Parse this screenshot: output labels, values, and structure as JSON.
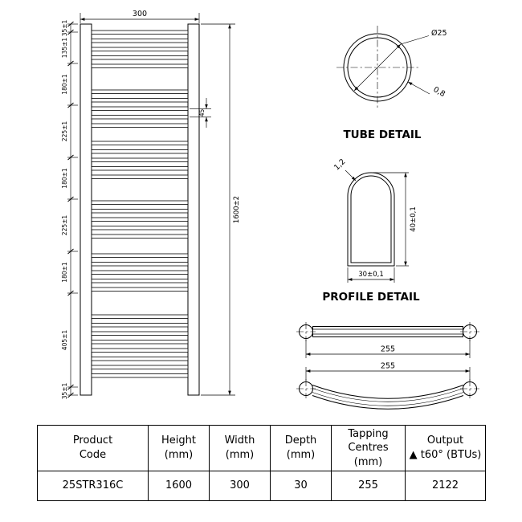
{
  "front_view": {
    "width_dim": "300",
    "height_dim": "1600±2",
    "pitch_dim": "45",
    "left_dims": [
      "35±1",
      "135±1",
      "180±1",
      "225±1",
      "180±1",
      "225±1",
      "180±1",
      "405±1",
      "35±1"
    ]
  },
  "tube_detail": {
    "title": "TUBE DETAIL",
    "diameter": "Ø25",
    "wall": "0,8"
  },
  "profile_detail": {
    "title": "PROFILE DETAIL",
    "width": "30±0,1",
    "height": "40±0,1",
    "wall": "1,2"
  },
  "straight_bar": {
    "length": "255"
  },
  "curved_bar": {
    "length": "255"
  },
  "table": {
    "headers": {
      "product": [
        "Product",
        "Code"
      ],
      "height": [
        "Height",
        "(mm)"
      ],
      "width": [
        "Width",
        "(mm)"
      ],
      "depth": [
        "Depth",
        "(mm)"
      ],
      "tapping": [
        "Tapping",
        "Centres",
        "(mm)"
      ],
      "output": [
        "Output",
        "▲ t60° (BTUs)"
      ]
    },
    "row": [
      "25STR316C",
      "1600",
      "300",
      "30",
      "255",
      "2122"
    ]
  }
}
